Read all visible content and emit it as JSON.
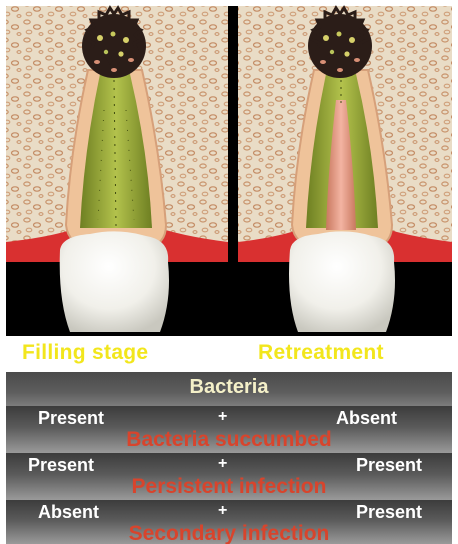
{
  "panels": [
    {
      "caption": "Filling stage"
    },
    {
      "caption": "Retreatment"
    }
  ],
  "table": {
    "header": "Bacteria",
    "rows": [
      {
        "left": "Present",
        "operator": "+",
        "right": "Absent",
        "result": "Bacteria succumbed"
      },
      {
        "left": "Present",
        "operator": "+",
        "right": "Present",
        "result": "Persistent infection"
      },
      {
        "left": "Absent",
        "operator": "+",
        "right": "Present",
        "result": "Secondary infection"
      }
    ]
  },
  "colors": {
    "caption": "#f2e61c",
    "result_text": "#d8442c",
    "root_filling": "#9aa83a",
    "retreatment_channel": "#e8a08e",
    "gum": "#d93030"
  }
}
